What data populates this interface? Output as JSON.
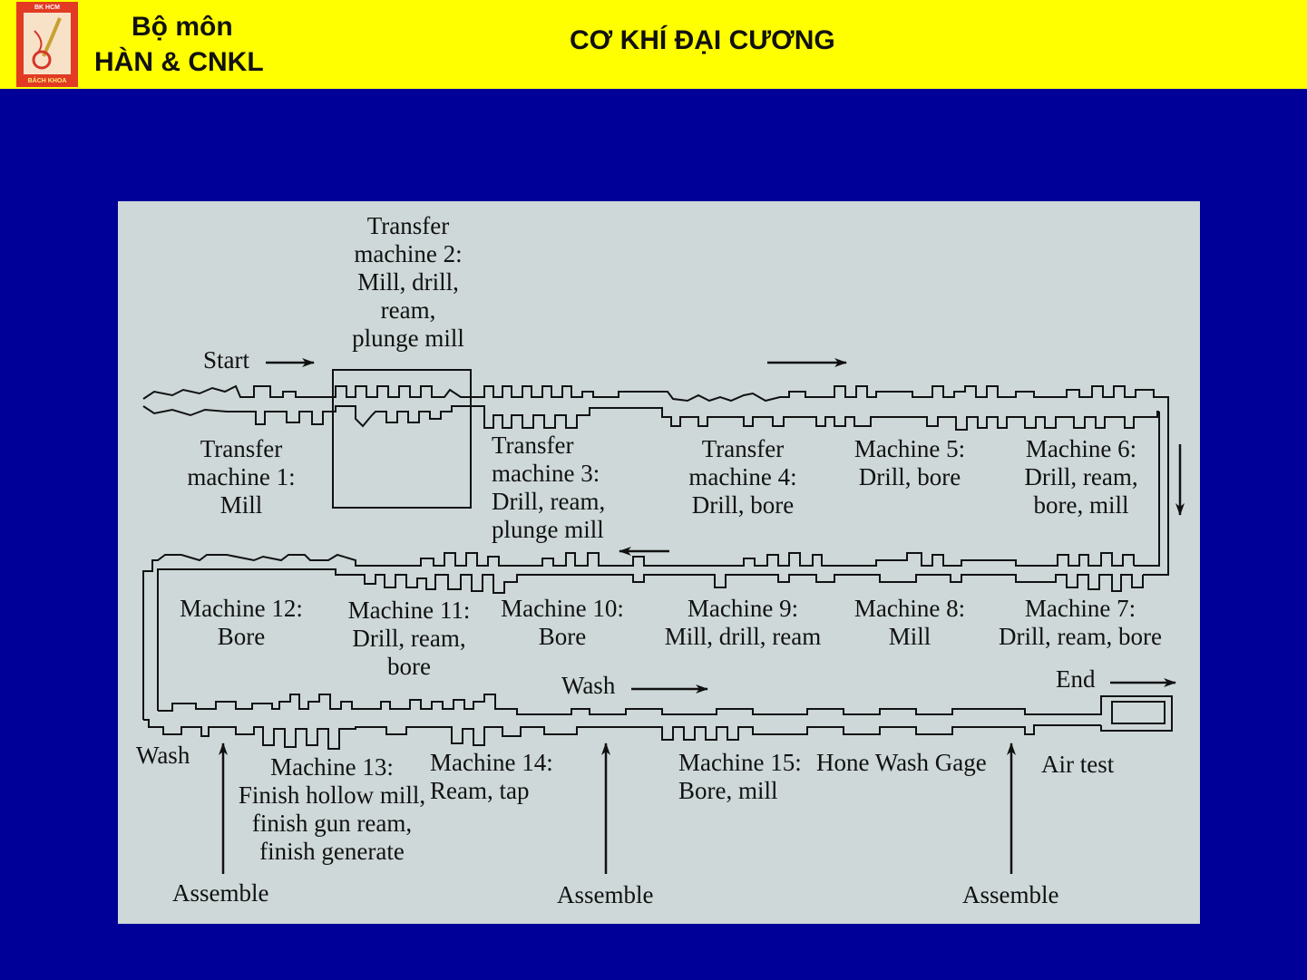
{
  "header": {
    "logo_top": "BK HCM",
    "logo_bottom": "BÁCH KHOA",
    "dept_line1": "Bộ môn",
    "dept_line2": "HÀN & CNKL",
    "course_title": "CƠ KHÍ ĐẠI CƯƠNG"
  },
  "diagram": {
    "start": "Start",
    "end": "End",
    "wash_left": "Wash",
    "wash_mid": "Wash",
    "air_test": "Air test",
    "hone_wash_gage": "Hone Wash Gage",
    "assemble_1": "Assemble",
    "assemble_2": "Assemble",
    "assemble_3": "Assemble",
    "stations": {
      "tm1": "Transfer\nmachine 1:\nMill",
      "tm2": "Transfer\nmachine 2:\nMill, drill,\nream,\nplunge mill",
      "tm3": "Transfer\nmachine 3:\nDrill, ream,\nplunge mill",
      "tm4": "Transfer\nmachine 4:\nDrill, bore",
      "m5": "Machine 5:\nDrill, bore",
      "m6": "Machine 6:\nDrill, ream,\nbore, mill",
      "m7": "Machine 7:\nDrill, ream, bore",
      "m8": "Machine 8:\nMill",
      "m9": "Machine 9:\nMill, drill, ream",
      "m10": "Machine 10:\nBore",
      "m11": "Machine 11:\nDrill, ream,\nbore",
      "m12": "Machine 12:\nBore",
      "m13": "Machine 13:\nFinish hollow mill,\nfinish gun ream,\nfinish generate",
      "m14": "Machine 14:\nReam, tap",
      "m15": "Machine 15:\nBore, mill"
    }
  }
}
